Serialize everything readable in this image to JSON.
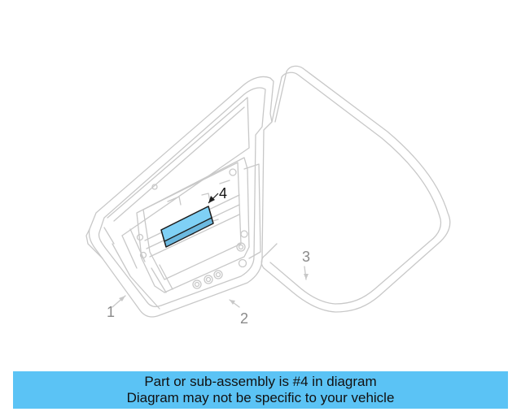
{
  "callouts": {
    "part1": "1",
    "part2": "2",
    "part3": "3",
    "part4": "4"
  },
  "highlight_color": "#7fd0f5",
  "banner": {
    "line1": "Part or sub-assembly is #4 in diagram",
    "line2": "Diagram may not be specific to your vehicle",
    "color": "#5bc3f5"
  }
}
